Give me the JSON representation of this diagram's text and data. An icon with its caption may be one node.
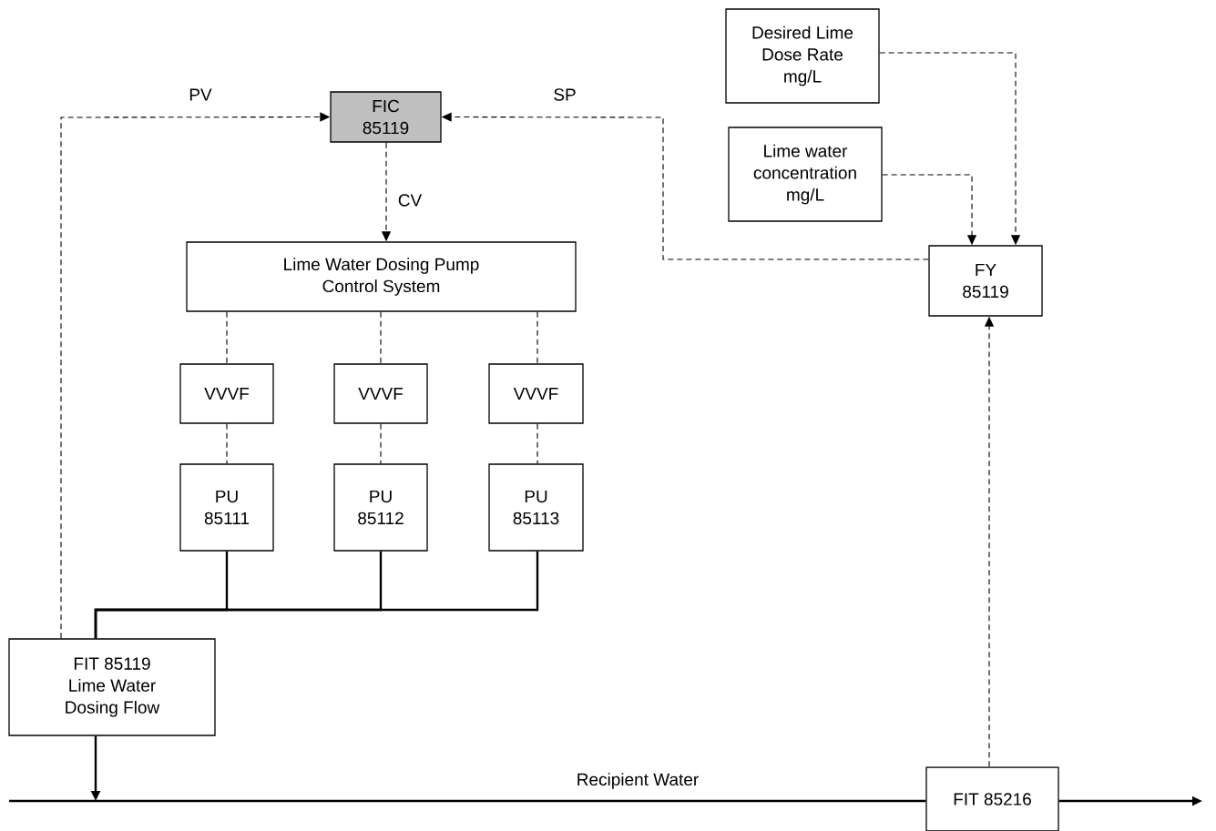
{
  "diagram": {
    "nodes": [
      {
        "text": [
          "Desired Lime Dose Rate mg/L"
        ]
      },
      {
        "text": [
          "Lime water concentration mg/L"
        ]
      },
      {
        "text": [
          "FIC 85119"
        ]
      },
      {
        "text": [
          "Lime Water Dosing Pump Control System"
        ]
      },
      {
        "text": [
          "FY 85119"
        ]
      },
      {
        "text": [
          "VVVF"
        ]
      },
      {
        "text": [
          "VVVF"
        ]
      },
      {
        "text": [
          "VVVF"
        ]
      },
      {
        "text": [
          "PU 85111"
        ]
      },
      {
        "text": [
          "PU 85112"
        ]
      },
      {
        "text": [
          "PU 85113"
        ]
      },
      {
        "text": [
          "FIT 85119 Lime Water Dosing Flow"
        ]
      },
      {
        "text": [
          "FIT 85216"
        ]
      }
    ],
    "edges": [
      {
        "from": 11,
        "to": 2,
        "arrow": "to",
        "style": "dashed",
        "label": "PV"
      },
      {
        "from": 4,
        "to": 2,
        "arrow": "to",
        "style": "dashed",
        "label": "SP"
      },
      {
        "from": 2,
        "to": 3,
        "arrow": "to",
        "style": "dashed",
        "label": "CV"
      },
      {
        "from": 3,
        "to": 5,
        "arrow": "none",
        "style": "dashed"
      },
      {
        "from": 3,
        "to": 6,
        "arrow": "none",
        "style": "dashed"
      },
      {
        "from": 3,
        "to": 7,
        "arrow": "none",
        "style": "dashed"
      },
      {
        "from": 5,
        "to": 8,
        "arrow": "none",
        "style": "dashed"
      },
      {
        "from": 6,
        "to": 9,
        "arrow": "none",
        "style": "dashed"
      },
      {
        "from": 7,
        "to": 10,
        "arrow": "none",
        "style": "dashed"
      },
      {
        "from": 8,
        "to": 11,
        "arrow": "none"
      },
      {
        "from": 9,
        "to": 11,
        "arrow": "none"
      },
      {
        "from": 10,
        "to": 11,
        "arrow": "none"
      },
      {
        "from": 1,
        "to": 4,
        "arrow": "to",
        "style": "dashed"
      },
      {
        "from": 0,
        "to": 4,
        "arrow": "to",
        "style": "dashed"
      },
      {
        "from": 12,
        "to": 4,
        "arrow": "to",
        "style": "dashed"
      },
      {
        "from": 11,
        "to": null,
        "arrow": "to"
      },
      {
        "from": null,
        "to": 12,
        "arrow": "none",
        "label": "Recipient Water"
      },
      {
        "from": 12,
        "to": null,
        "arrow": "to"
      }
    ]
  }
}
